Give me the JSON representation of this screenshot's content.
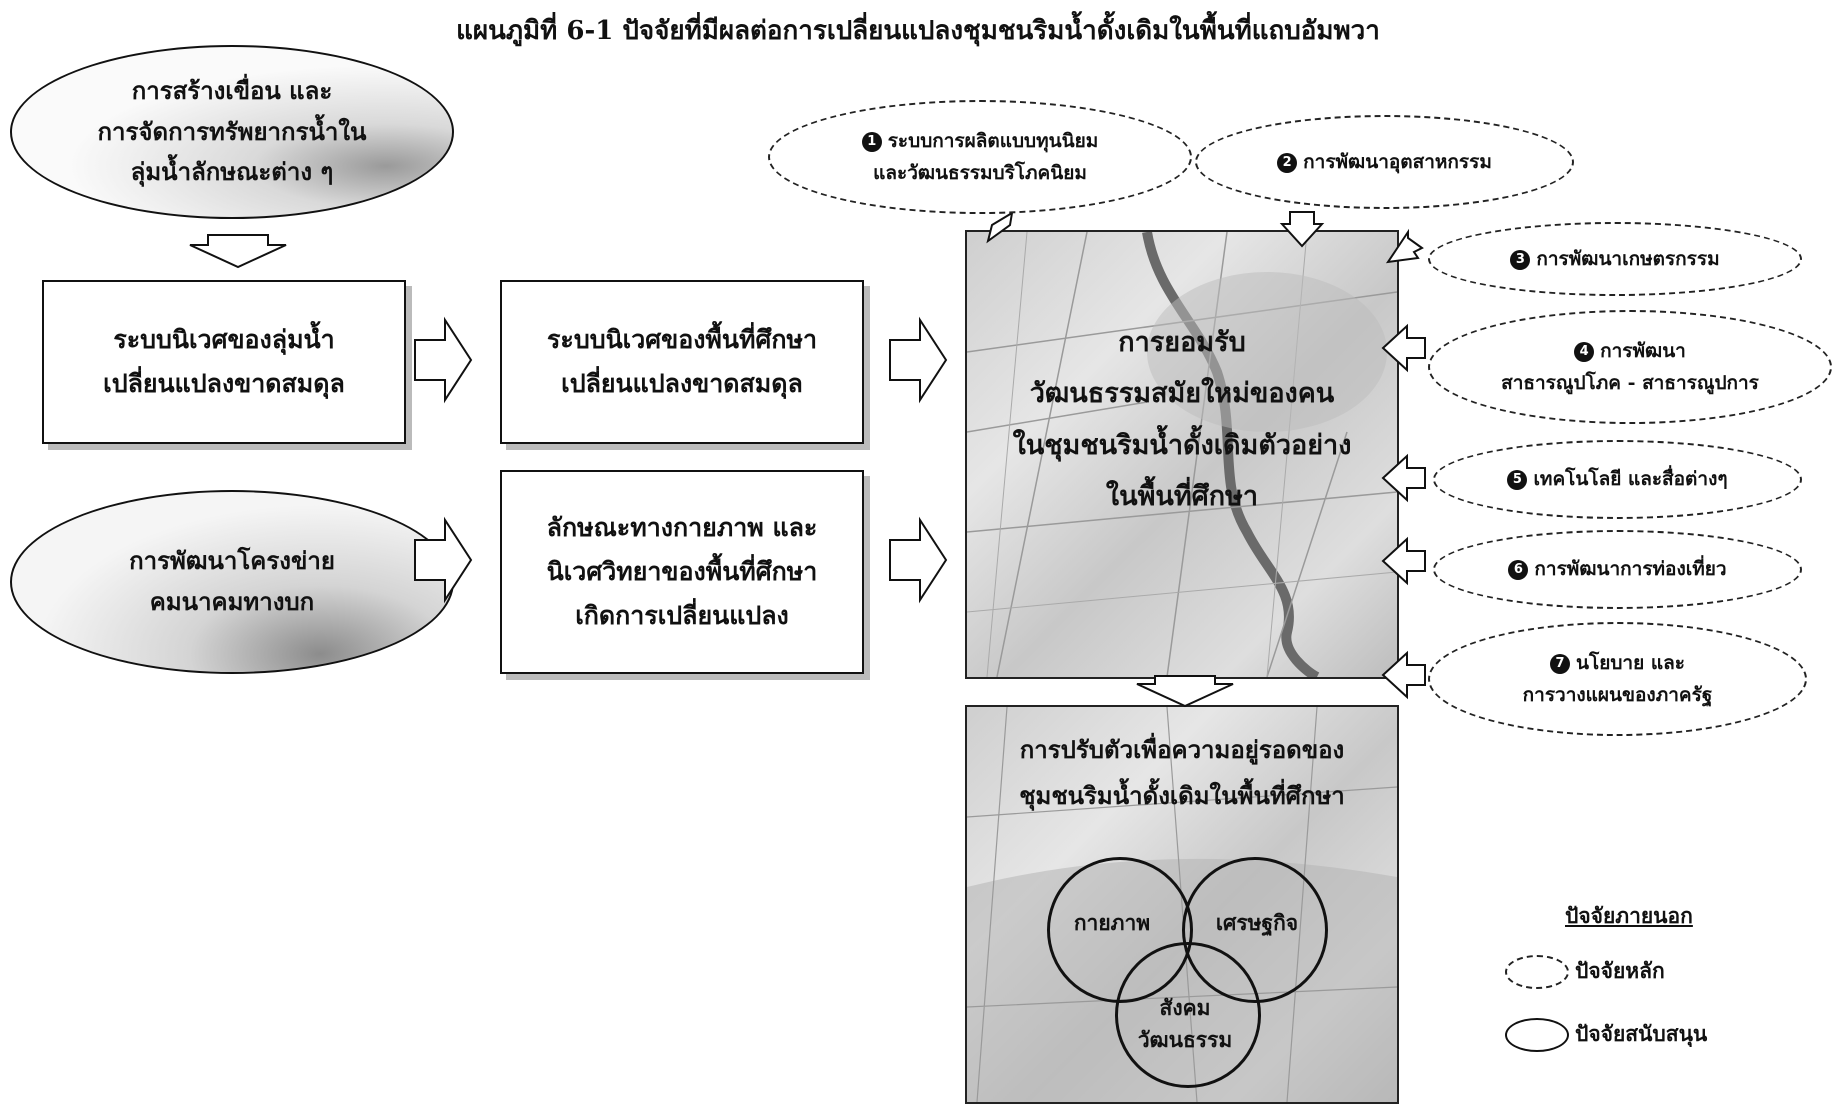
{
  "title": "แผนภูมิที่ 6-1  ปัจจัยที่มีผลต่อการเปลี่ยนแปลงชุมชนริมน้ำดั้งเดิมในพื้นที่แถบอัมพวา",
  "left_ellipses": [
    {
      "lines": [
        "การสร้างเขื่อน และ",
        "การจัดการทรัพยากรน้ำใน",
        "ลุ่มน้ำลักษณะต่าง ๆ"
      ]
    },
    {
      "lines": [
        "การพัฒนาโครงข่าย",
        "คมนาคมทางบก"
      ]
    }
  ],
  "boxes": [
    {
      "lines": [
        "ระบบนิเวศของลุ่มน้ำ",
        "เปลี่ยนแปลงขาดสมดุล"
      ]
    },
    {
      "lines": [
        "ระบบนิเวศของพื้นที่ศึกษา",
        "เปลี่ยนแปลงขาดสมดุล"
      ]
    },
    {
      "lines": [
        "ลักษณะทางกายภาพ และ",
        "นิเวศวิทยาของพื้นที่ศึกษา",
        "เกิดการเปลี่ยนแปลง"
      ]
    }
  ],
  "center_map": {
    "lines": [
      "การยอมรับ",
      "วัฒนธรรมสมัยใหม่ของคน",
      "ในชุมชนริมน้ำดั้งเดิมตัวอย่าง",
      "ในพื้นที่ศึกษา"
    ]
  },
  "bottom_map": {
    "lines": [
      "การปรับตัวเพื่อความอยู่รอดของ",
      "ชุมชนริมน้ำดั้งเดิมในพื้นที่ศึกษา"
    ],
    "venn": [
      "กายภาพ",
      "เศรษฐกิจ",
      "สังคม",
      "วัฒนธรรม"
    ]
  },
  "factors": [
    {
      "num": "1",
      "lines": [
        "ระบบการผลิตแบบทุนนิยม",
        "และวัฒนธรรมบริโภคนิยม"
      ]
    },
    {
      "num": "2",
      "lines": [
        "การพัฒนาอุตสาหกรรม"
      ]
    },
    {
      "num": "3",
      "lines": [
        "การพัฒนาเกษตรกรรม"
      ]
    },
    {
      "num": "4",
      "lines": [
        "การพัฒนา",
        "สาธารณูปโภค - สาธารณูปการ"
      ]
    },
    {
      "num": "5",
      "lines": [
        "เทคโนโลยี และสื่อต่างๆ"
      ]
    },
    {
      "num": "6",
      "lines": [
        "การพัฒนาการท่องเที่ยว"
      ]
    },
    {
      "num": "7",
      "lines": [
        "นโยบาย และ",
        "การวางแผนของภาครัฐ"
      ]
    }
  ],
  "legend": {
    "title": "ปัจจัยภายนอก",
    "main": "ปัจจัยหลัก",
    "support": "ปัจจัยสนับสนุน"
  }
}
